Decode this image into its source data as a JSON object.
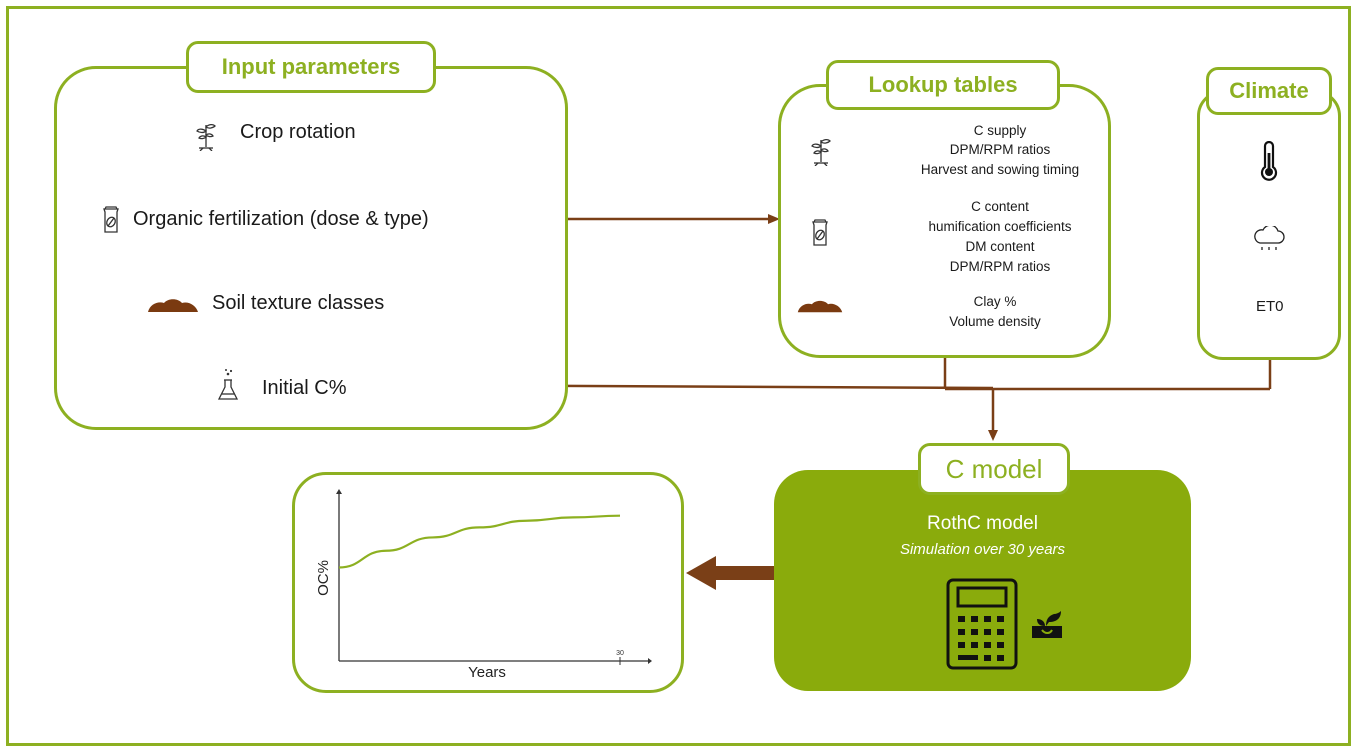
{
  "input_parameters": {
    "title": "Input parameters",
    "items": [
      {
        "label": "Crop rotation",
        "icon": "plant-icon"
      },
      {
        "label": "Organic fertilization (dose & type)",
        "icon": "fertilizer-bag-icon"
      },
      {
        "label": "Soil texture classes",
        "icon": "soil-icon"
      },
      {
        "label": "Initial C%",
        "icon": "flask-icon"
      }
    ]
  },
  "lookup_tables": {
    "title": "Lookup tables",
    "groups": [
      {
        "icon": "plant-icon",
        "lines": [
          "C supply",
          "DPM/RPM ratios",
          "Harvest and sowing timing"
        ]
      },
      {
        "icon": "fertilizer-bag-icon",
        "lines": [
          "C content",
          "humification coefficients",
          "DM content",
          "DPM/RPM ratios"
        ]
      },
      {
        "icon": "soil-icon",
        "lines": [
          "Clay %",
          "Volume density"
        ]
      }
    ]
  },
  "climate": {
    "title": "Climate",
    "items": [
      {
        "icon": "thermometer-icon",
        "label": ""
      },
      {
        "icon": "rain-cloud-icon",
        "label": ""
      },
      {
        "icon": "",
        "label": "ET0"
      }
    ]
  },
  "c_model": {
    "title": "C model",
    "model_name": "RothC model",
    "subtitle": "Simulation over 30 years",
    "icons": [
      "calculator-icon",
      "seedling-icon"
    ]
  },
  "chart_data": {
    "type": "line",
    "xlabel": "Years",
    "ylabel": "OC%",
    "x_ticks": [
      "30"
    ],
    "series": [
      {
        "x": [
          0,
          5,
          10,
          15,
          20,
          25,
          30
        ],
        "y": [
          0.56,
          0.66,
          0.74,
          0.8,
          0.84,
          0.86,
          0.87
        ]
      }
    ],
    "xlim": [
      0,
      30
    ],
    "ylim": [
      0,
      1
    ]
  },
  "colors": {
    "green": "#8db021",
    "model_fill": "#8aab0c",
    "arrow_brown": "#7a3f17",
    "soil_brown": "#7a3a10"
  }
}
